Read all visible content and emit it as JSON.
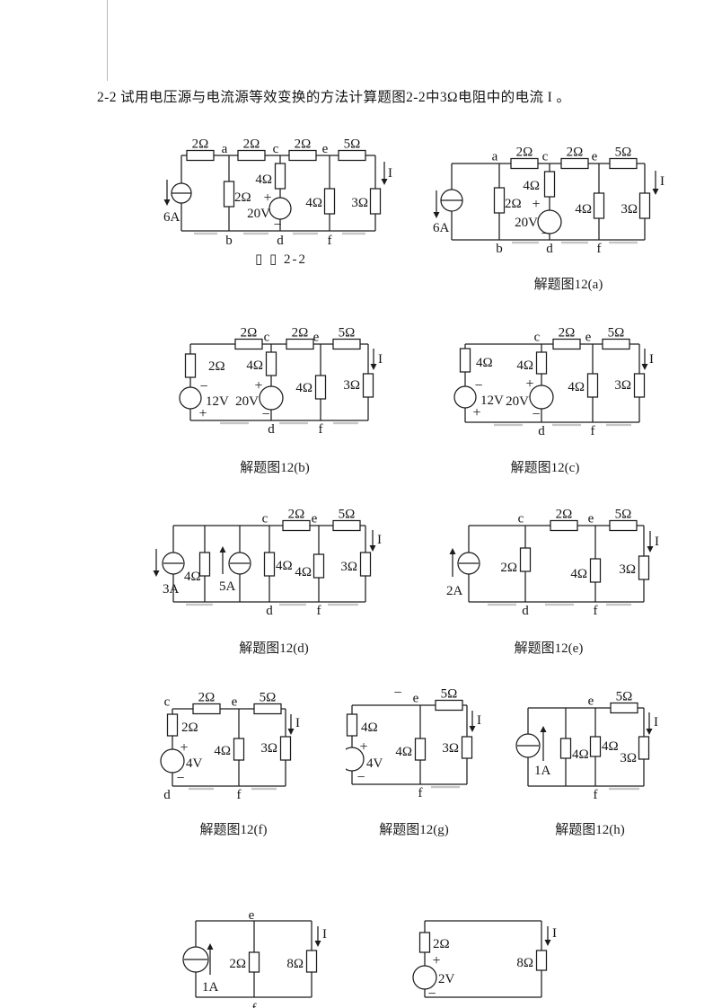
{
  "page": {
    "title": "2-2 试用电压源与电流源等效变换的方法计算题图2-2中3Ω电阻中的电流 I 。"
  },
  "labels": {
    "r2": "2Ω",
    "r3": "3Ω",
    "r4": "4Ω",
    "r5": "5Ω",
    "r8": "8Ω",
    "v2": "2V",
    "v4": "4V",
    "v12": "12V",
    "v20": "20V",
    "i1": "1A",
    "i2": "2A",
    "i3": "3A",
    "i5": "5A",
    "i6": "6A",
    "current": "I",
    "plus": "+",
    "minus": "−",
    "na": "a",
    "nb": "b",
    "nc": "c",
    "nd": "d",
    "ne": "e",
    "nf": "f"
  },
  "captions": {
    "fig22": "▯ ▯ 2-2",
    "a": "解题图12(a)",
    "b": "解题图12(b)",
    "c": "解题图12(c)",
    "d": "解题图12(d)",
    "e": "解题图12(e)",
    "f": "解题图12(f)",
    "g": "解题图12(g)",
    "h": "解题图12(h)"
  }
}
